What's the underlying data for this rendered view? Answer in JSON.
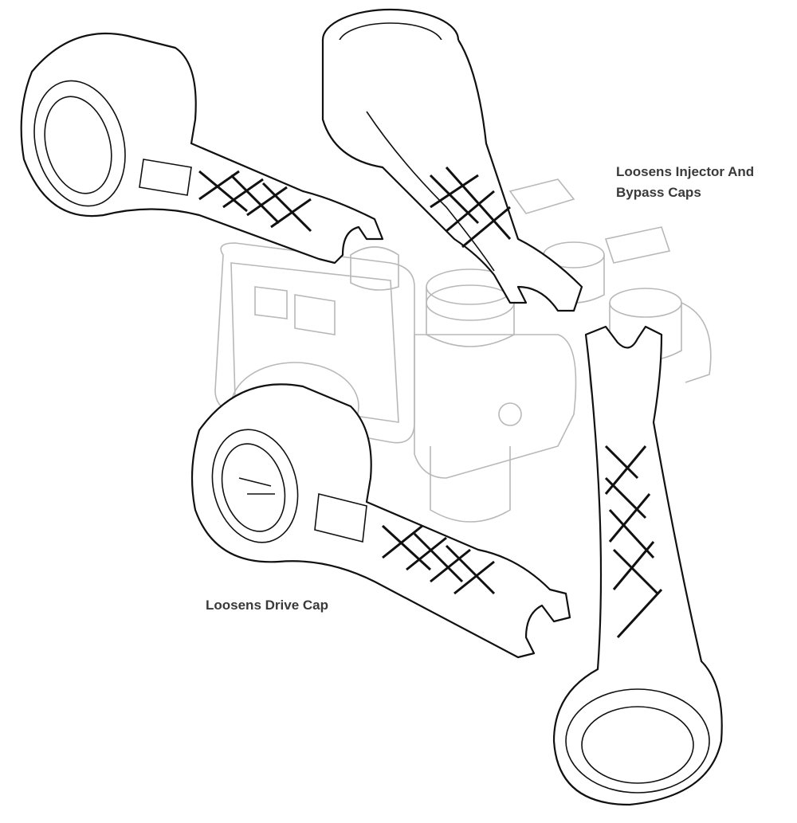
{
  "labels": {
    "injector_bypass_line1": "Loosens Injector And",
    "injector_bypass_line2": "Bypass Caps",
    "drive_cap": "Loosens Drive Cap"
  },
  "colors": {
    "wrench_outline": "#111111",
    "valve_outline": "#b8b8b8",
    "label_text": "#3a3a3a"
  }
}
